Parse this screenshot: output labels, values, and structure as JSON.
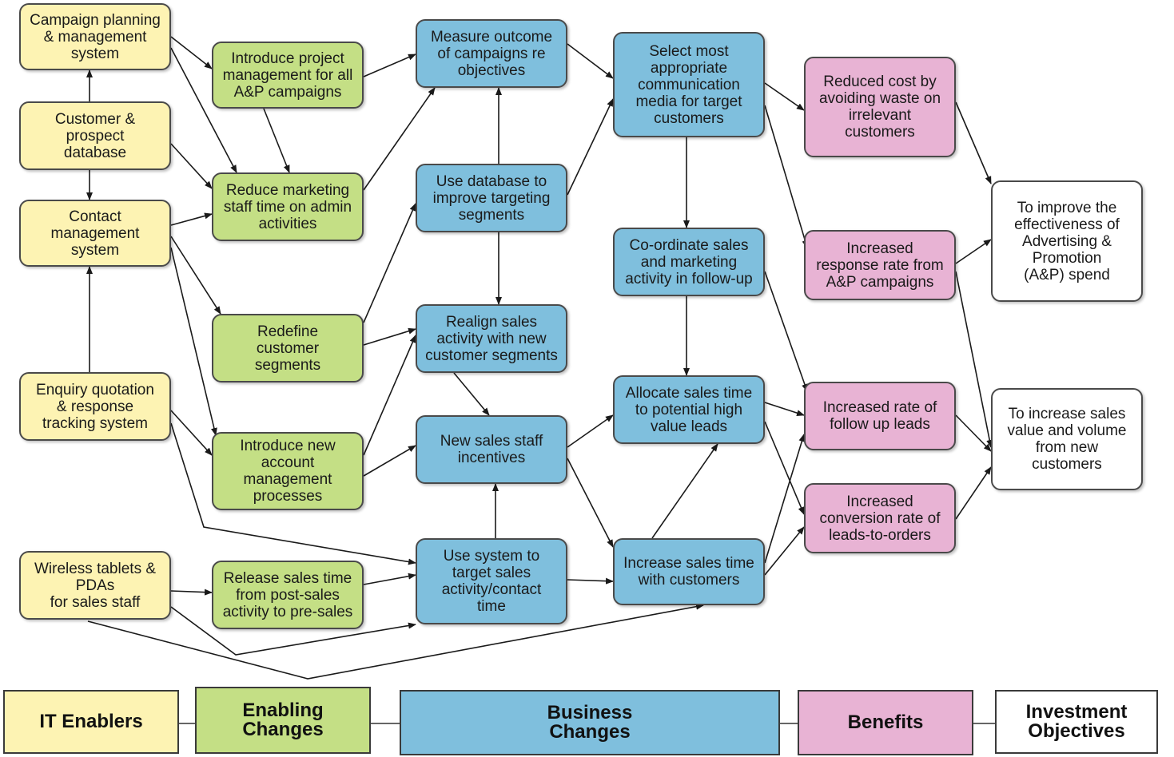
{
  "colors": {
    "it_enabler": "#fdf3b3",
    "enabling_change": "#c4df85",
    "business_change": "#7fbfdd",
    "benefit": "#e8b3d4",
    "objective": "#ffffff",
    "line": "#1a1a1a"
  },
  "nodes": {
    "it1": "Campaign planning\n& management\nsystem",
    "it2": "Customer &\nprospect\ndatabase",
    "it3": "Contact\nmanagement\nsystem",
    "it4": "Enquiry quotation\n& response\ntracking system",
    "it5": "Wireless tablets &\nPDAs\nfor sales staff",
    "ec1": "Introduce project\nmanagement for all\nA&P campaigns",
    "ec2": "Reduce marketing\nstaff time on admin\nactivities",
    "ec3": "Redefine\ncustomer\nsegments",
    "ec4": "Introduce new\naccount\nmanagement\nprocesses",
    "ec5": "Release sales time\nfrom post-sales\nactivity to pre-sales",
    "bc1": "Measure outcome\nof campaigns re\nobjectives",
    "bc2": "Use database to\nimprove targeting\nsegments",
    "bc3": "Realign sales\nactivity with new\ncustomer segments",
    "bc4": "New sales staff\nincentives",
    "bc5": "Use system to\ntarget sales\nactivity/contact\ntime",
    "bc6": "Select most\nappropriate\ncommunication\nmedia for target\ncustomers",
    "bc7": "Co-ordinate sales\nand marketing\nactivity in follow-up",
    "bc8": "Allocate sales time\nto potential high\nvalue leads",
    "bc9": "Increase sales time\nwith customers",
    "b1": "Reduced cost by\navoiding waste on\nirrelevant\ncustomers",
    "b2": "Increased\nresponse rate from\nA&P campaigns",
    "b3": "Increased rate of\nfollow up leads",
    "b4": "Increased\nconversion rate of\nleads-to-orders",
    "o1": "To improve the\neffectiveness of\nAdvertising &\nPromotion\n(A&P) spend",
    "o2": "To increase sales\nvalue and volume\nfrom new\ncustomers"
  },
  "legend": {
    "it_enablers": "IT Enablers",
    "enabling_changes": "Enabling\nChanges",
    "business_changes": "Business\nChanges",
    "benefits": "Benefits",
    "investment_objectives": "Investment\nObjectives"
  }
}
